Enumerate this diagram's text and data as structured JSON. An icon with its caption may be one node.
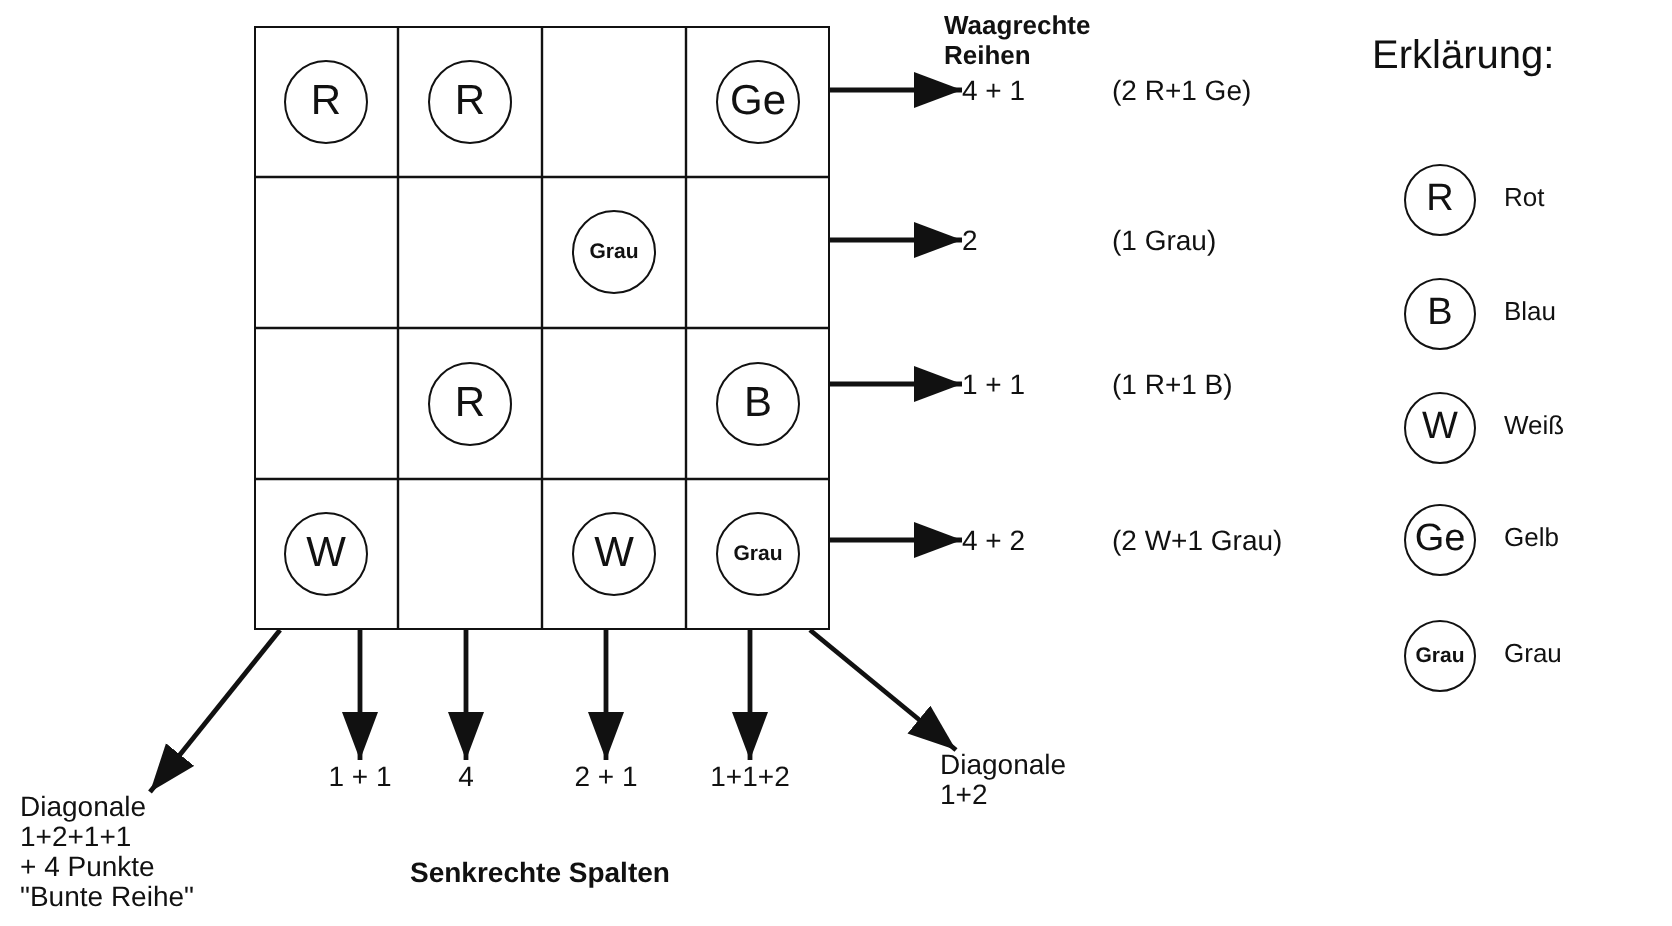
{
  "diagram": {
    "nodes": [
      {
        "text": [],
        "shape": "box"
      },
      {
        "text": [
          "R"
        ],
        "in": 0
      },
      {
        "text": [
          "R"
        ],
        "in": 0
      },
      {
        "text": [
          "Ge"
        ],
        "in": 0
      },
      {
        "text": [
          "Grau"
        ],
        "in": 0
      },
      {
        "text": [
          "R"
        ],
        "in": 0
      },
      {
        "text": [
          "B"
        ],
        "in": 0
      },
      {
        "text": [
          "W"
        ],
        "in": 0
      },
      {
        "text": [
          "W"
        ],
        "in": 0
      },
      {
        "text": [
          "Grau"
        ],
        "in": 0
      },
      {
        "text": [
          "4 + 1"
        ]
      },
      {
        "text": [
          "2"
        ]
      },
      {
        "text": [
          "1 + 1"
        ]
      },
      {
        "text": [
          "4 + 2"
        ]
      },
      {
        "text": [
          "Diagonale",
          "1+2+1+1",
          "+ 4 Punkte",
          "\"Bunte Reihe\""
        ]
      },
      {
        "text": [
          "1 + 1"
        ]
      },
      {
        "text": [
          "4"
        ]
      },
      {
        "text": [
          "2 + 1"
        ]
      },
      {
        "text": [
          "1+1+2"
        ]
      },
      {
        "text": [
          "Diagonale",
          "1+2"
        ]
      },
      {
        "text": [
          "R"
        ],
        "beside": [
          "Rot"
        ]
      },
      {
        "text": [
          "B"
        ],
        "beside": [
          "Blau"
        ]
      },
      {
        "text": [
          "W"
        ],
        "beside": [
          "Weiß"
        ]
      },
      {
        "text": [
          "Ge"
        ],
        "beside": [
          "Gelb"
        ]
      },
      {
        "text": [
          "Grau"
        ],
        "beside": [
          "Grau"
        ]
      }
    ],
    "edges": [
      {
        "from": 0,
        "to": 10,
        "arrow": "to"
      },
      {
        "from": 0,
        "to": 11,
        "arrow": "to"
      },
      {
        "from": 0,
        "to": 12,
        "arrow": "to"
      },
      {
        "from": 0,
        "to": 13,
        "arrow": "to"
      },
      {
        "from": 0,
        "to": 14,
        "arrow": "to"
      },
      {
        "from": 0,
        "to": 15,
        "arrow": "to"
      },
      {
        "from": 0,
        "to": 16,
        "arrow": "to"
      },
      {
        "from": 0,
        "to": 17,
        "arrow": "to"
      },
      {
        "from": 0,
        "to": 18,
        "arrow": "to"
      },
      {
        "from": 0,
        "to": 19,
        "arrow": "to"
      }
    ],
    "labels": [
      "Waagrechte Reihen",
      "(2 R+1 Ge)",
      "Erklärung:",
      "(1 Grau)",
      "(1 R+1 B)",
      "(2 W+1 Grau)",
      "Senkrechte Spalten"
    ]
  }
}
